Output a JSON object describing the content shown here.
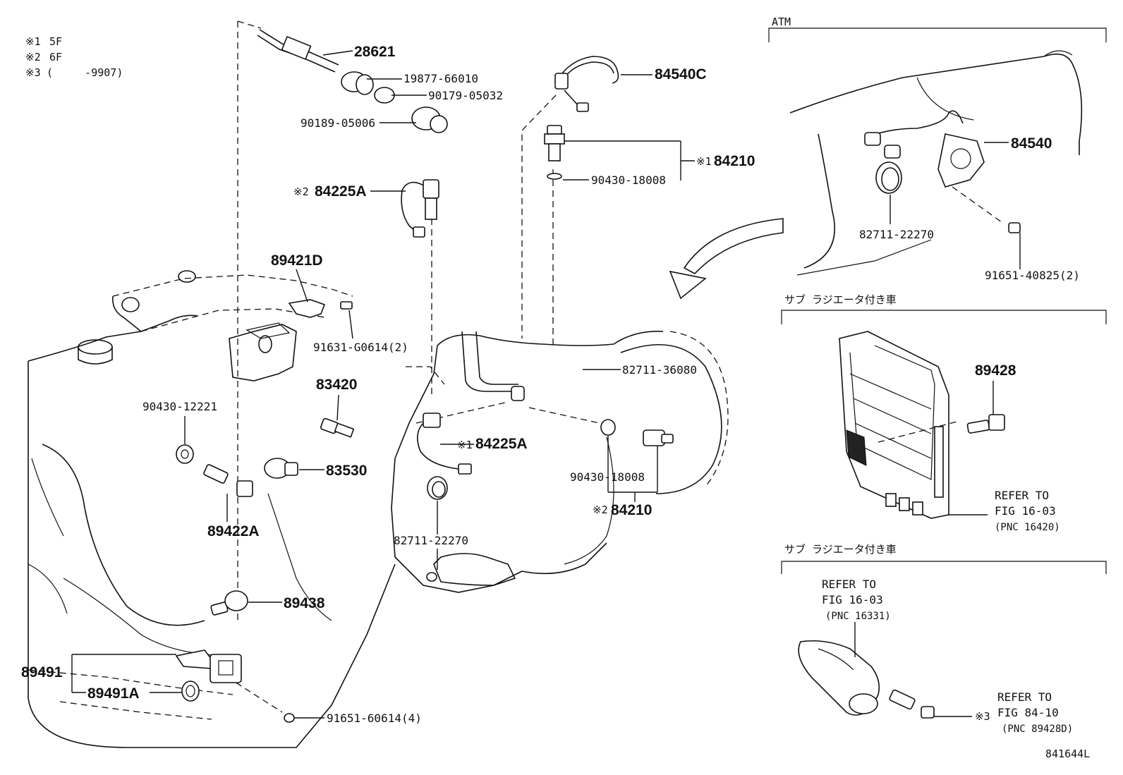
{
  "notes": [
    {
      "mark": "※1",
      "text": "5F"
    },
    {
      "mark": "※2",
      "text": "6F"
    },
    {
      "mark": "※3",
      "text": "(     -9907)"
    }
  ],
  "callouts": {
    "p28621": "28621",
    "p19877": "19877-66010",
    "p90179": "90179-05032",
    "p90189": "90189-05006",
    "p84540c": "84540C",
    "p84210_top": "84210",
    "p84210_top_mark": "※1",
    "p90430_top": "90430-18008",
    "p84225a_top": "84225A",
    "p84225a_top_mark": "※2",
    "p89421d": "89421D",
    "p91631": "91631-G0614(2)",
    "p83420": "83420",
    "p90430_12221": "90430-12221",
    "p82711_36080": "82711-36080",
    "p84225a_mid": "84225A",
    "p84225a_mid_mark": "※1",
    "p83530": "83530",
    "p90430_mid": "90430-18008",
    "p84210_mid": "84210",
    "p84210_mid_mark": "※2",
    "p89422a": "89422A",
    "p82711_22270": "82711-22270",
    "p89438": "89438",
    "p89491": "89491",
    "p89491a": "89491A",
    "p91651_60614": "91651-60614(4)"
  },
  "atm": {
    "title": "ATM",
    "p84540": "84540",
    "p82711": "82711-22270",
    "p91651": "91651-40825(2)"
  },
  "sub1": {
    "title": "サブ ラジエータ付き車",
    "p89428": "89428",
    "refer_line1": "REFER TO",
    "refer_line2": "FIG 16-03",
    "refer_line3": "(PNC 16420)"
  },
  "sub2": {
    "title": "サブ ラジエータ付き車",
    "refer_a_line1": "REFER TO",
    "refer_a_line2": "FIG 16-03",
    "refer_a_line3": "(PNC 16331)",
    "refer_b_mark": "※3",
    "refer_b_line1": "REFER TO",
    "refer_b_line2": "FIG 84-10",
    "refer_b_line3": "(PNC 89428D)"
  },
  "figure_id": "841644L"
}
